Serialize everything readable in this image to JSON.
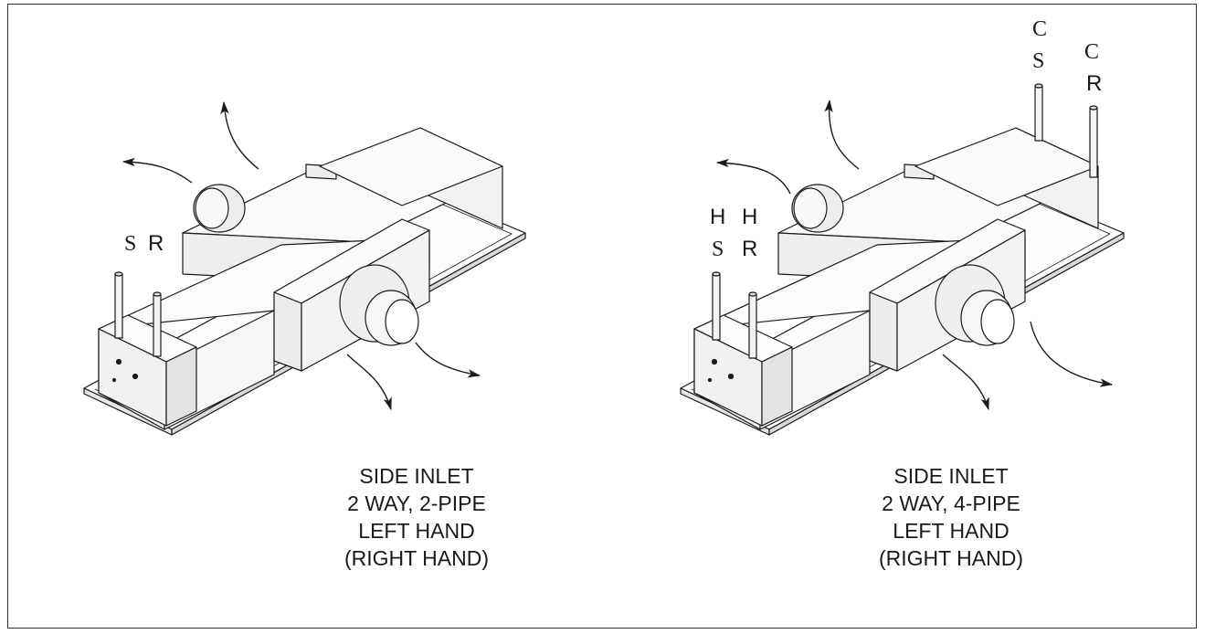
{
  "figure": {
    "left_unit": {
      "pipe_labels": [
        "S",
        "R"
      ],
      "caption": [
        "SIDE INLET",
        "2 WAY, 2-PIPE",
        "LEFT HAND",
        "(RIGHT HAND)"
      ]
    },
    "right_unit": {
      "heating_labels": [
        "H",
        "S",
        "H",
        "R"
      ],
      "cooling_labels": [
        "C",
        "S",
        "C",
        "R"
      ],
      "caption": [
        "SIDE INLET",
        "2 WAY, 4-PIPE",
        "LEFT HAND",
        "(RIGHT HAND)"
      ]
    }
  },
  "colors": {
    "line": "#1a1a1a",
    "panel_light": "#f7f7f7",
    "panel_shade": "#e6e6e6",
    "background": "#ffffff"
  }
}
